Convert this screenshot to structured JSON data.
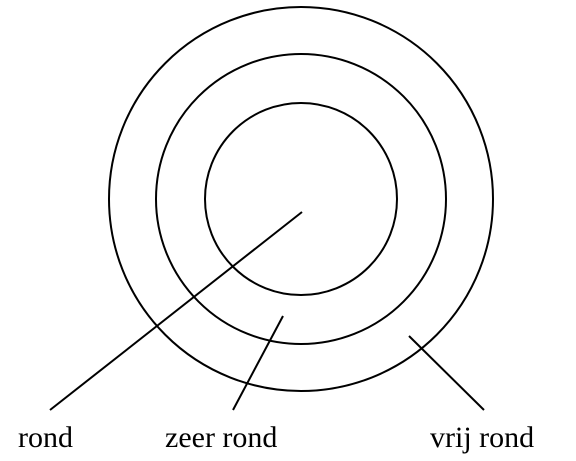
{
  "labels": {
    "rond": "rond",
    "zeer_rond": "zeer rond",
    "vrij_rond": "vrij rond"
  },
  "colors": {
    "stroke": "#000000",
    "background": "#ffffff"
  }
}
